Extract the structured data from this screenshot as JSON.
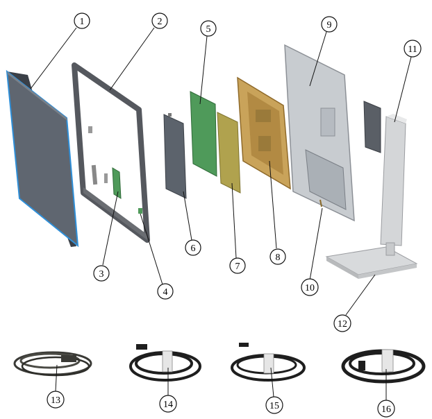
{
  "callouts": [
    {
      "id": 1,
      "label": "1"
    },
    {
      "id": 2,
      "label": "2"
    },
    {
      "id": 3,
      "label": "3"
    },
    {
      "id": 4,
      "label": "4"
    },
    {
      "id": 5,
      "label": "5"
    },
    {
      "id": 6,
      "label": "6"
    },
    {
      "id": 7,
      "label": "7"
    },
    {
      "id": 8,
      "label": "8"
    },
    {
      "id": 9,
      "label": "9"
    },
    {
      "id": 10,
      "label": "10"
    },
    {
      "id": 11,
      "label": "11"
    },
    {
      "id": 12,
      "label": "12"
    },
    {
      "id": 13,
      "label": "13"
    },
    {
      "id": 14,
      "label": "14"
    },
    {
      "id": 15,
      "label": "15"
    },
    {
      "id": 16,
      "label": "16"
    }
  ],
  "colors": {
    "panel": "#5f6670",
    "panel_edge": "#2f8fd8",
    "bezel": "#55585e",
    "pcb_green": "#4f9a5a",
    "pcb_olive": "#b0a24e",
    "bracket_gold": "#c9a35a",
    "back_cover": "#c8ccd0",
    "stand": "#d8dadc",
    "cable": "#1e1e1e"
  }
}
